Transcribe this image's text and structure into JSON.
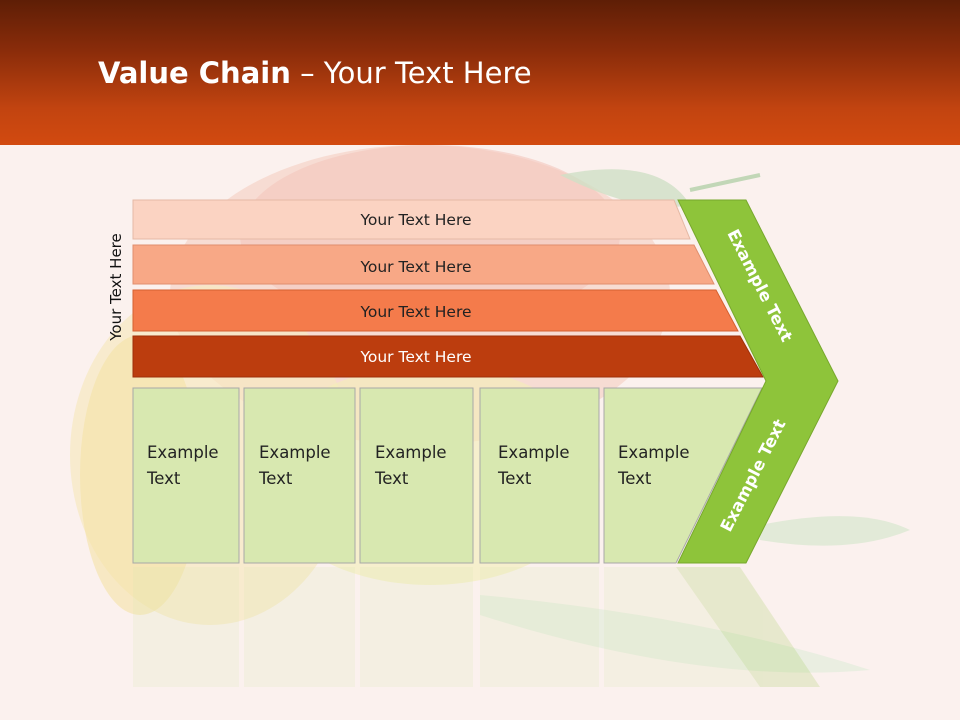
{
  "slide": {
    "title_bold": "Value Chain",
    "title_rest": " – Your Text Here",
    "side_label": "Your Text Here"
  },
  "support_bars": [
    {
      "label": "Your Text Here",
      "color": "#fbd3c2"
    },
    {
      "label": "Your Text Here",
      "color": "#f8a886"
    },
    {
      "label": "Your Text Here",
      "color": "#f47b4b"
    },
    {
      "label": "Your Text Here",
      "color": "#bc3d0e"
    }
  ],
  "activities": [
    {
      "line1": "Example",
      "line2": "Text"
    },
    {
      "line1": "Example",
      "line2": "Text"
    },
    {
      "line1": "Example",
      "line2": "Text"
    },
    {
      "line1": "Example",
      "line2": "Text"
    },
    {
      "line1": "Example",
      "line2": "Text"
    }
  ],
  "margin_arrow": {
    "top_label": "Example Text",
    "bottom_label": "Example Text",
    "color": "#8ec43a"
  },
  "colors": {
    "header": "#b8400f",
    "activity_fill": "#d8e8b0",
    "activity_border": "#a8a8a8"
  }
}
